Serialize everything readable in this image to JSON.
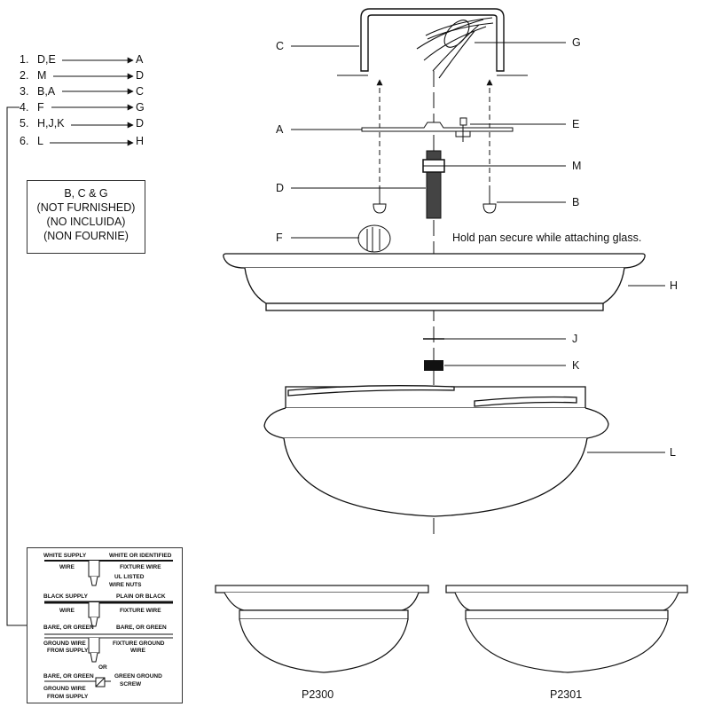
{
  "steps": [
    {
      "num": "1.",
      "from": "D,E",
      "to": "A"
    },
    {
      "num": "2.",
      "from": "M",
      "to": "D"
    },
    {
      "num": "3.",
      "from": "B,A",
      "to": "C"
    },
    {
      "num": "4.",
      "from": "F",
      "to": "G"
    },
    {
      "num": "5.",
      "from": "H,J,K",
      "to": "D"
    },
    {
      "num": "6.",
      "from": "L",
      "to": "H"
    }
  ],
  "not_furnished": {
    "line1": "B, C & G",
    "line2": "(NOT FURNISHED)",
    "line3": "(NO INCLUIDA)",
    "line4": "(NON FOURNIE)"
  },
  "parts": {
    "C": "C",
    "G": "G",
    "A": "A",
    "E": "E",
    "M": "M",
    "D": "D",
    "B": "B",
    "F": "F",
    "H": "H",
    "J": "J",
    "K": "K",
    "L": "L"
  },
  "note": "Hold pan secure while attaching glass.",
  "models": {
    "left": "P2300",
    "right": "P2301"
  },
  "wiring": {
    "white_supply": "WHITE SUPPLY",
    "white_identified": "WHITE OR IDENTIFIED",
    "wire_1": "WIRE",
    "fixture_wire_1": "FIXTURE WIRE",
    "ul_listed": "UL LISTED",
    "wire_nuts": "WIRE NUTS",
    "black_supply": "BLACK SUPPLY",
    "plain_black": "PLAIN OR BLACK",
    "wire_2": "WIRE",
    "fixture_wire_2": "FIXTURE WIRE",
    "bare_green_1": "BARE, OR GREEN",
    "or_green": "BARE, OR GREEN",
    "ground_wire_1": "GROUND WIRE",
    "fixture_ground": "FIXTURE GROUND",
    "from_supply_1": "FROM SUPPLY",
    "wire_3": "WIRE",
    "or": "OR",
    "bare_green_2": "BARE, OR GREEN",
    "green_ground": "GREEN GROUND",
    "ground_wire_2": "GROUND WIRE",
    "screw": "SCREW",
    "from_supply_2": "FROM SUPPLY"
  }
}
